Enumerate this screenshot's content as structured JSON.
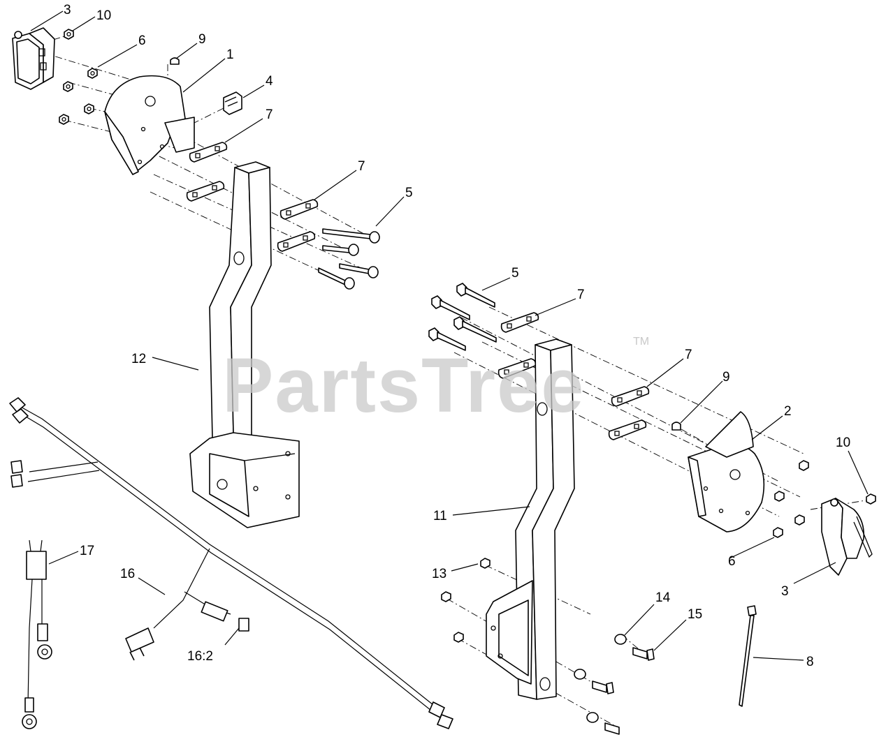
{
  "watermark": {
    "text": "PartsTree",
    "trademark": "TM"
  },
  "callouts": [
    {
      "id": "c-3-top",
      "label": "3"
    },
    {
      "id": "c-10-top",
      "label": "10"
    },
    {
      "id": "c-6-top",
      "label": "6"
    },
    {
      "id": "c-9-top",
      "label": "9"
    },
    {
      "id": "c-1",
      "label": "1"
    },
    {
      "id": "c-4",
      "label": "4"
    },
    {
      "id": "c-7-a",
      "label": "7"
    },
    {
      "id": "c-7-b",
      "label": "7"
    },
    {
      "id": "c-5-top",
      "label": "5"
    },
    {
      "id": "c-12",
      "label": "12"
    },
    {
      "id": "c-5-mid",
      "label": "5"
    },
    {
      "id": "c-7-c",
      "label": "7"
    },
    {
      "id": "c-7-d",
      "label": "7"
    },
    {
      "id": "c-9-right",
      "label": "9"
    },
    {
      "id": "c-2",
      "label": "2"
    },
    {
      "id": "c-10-right",
      "label": "10"
    },
    {
      "id": "c-11",
      "label": "11"
    },
    {
      "id": "c-6-right",
      "label": "6"
    },
    {
      "id": "c-3-right",
      "label": "3"
    },
    {
      "id": "c-17",
      "label": "17"
    },
    {
      "id": "c-16",
      "label": "16"
    },
    {
      "id": "c-13",
      "label": "13"
    },
    {
      "id": "c-14",
      "label": "14"
    },
    {
      "id": "c-15",
      "label": "15"
    },
    {
      "id": "c-16-2",
      "label": "16:2"
    },
    {
      "id": "c-8",
      "label": "8"
    }
  ]
}
